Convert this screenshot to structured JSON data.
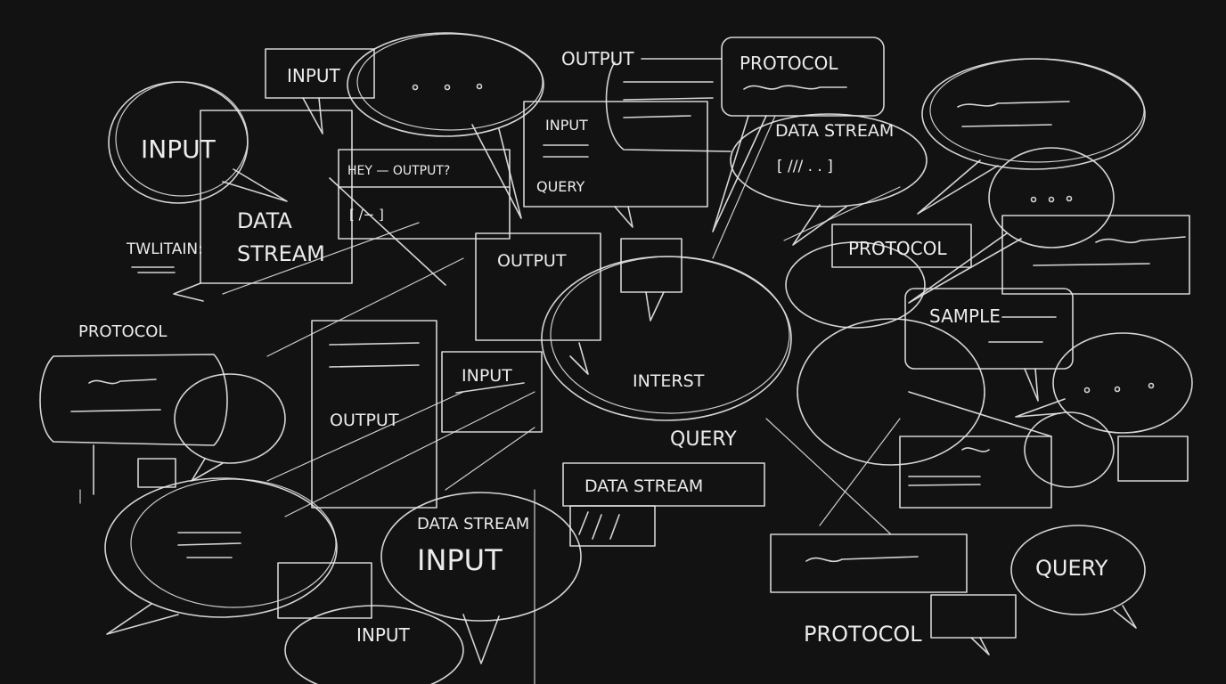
{
  "scene": {
    "description": "Chalkboard sketch of overlapping hand-drawn speech bubbles and boxes with technical labels",
    "background": "#121212",
    "chalk_color": "#e6e6e6"
  },
  "labels": {
    "input_bubble_left": "INPUT",
    "input_box_top": "INPUT",
    "output_top": "OUTPUT",
    "protocol_top": "PROTOCOL",
    "hey_output": "HEY — OUTPUT?",
    "hey_bracket": "[ /− ]",
    "input_mid_box": "INPUT",
    "query_mid_box": "QUERY",
    "data_stream_top": "DATA STREAM",
    "data_stream_bracket": "[ /// . . ]",
    "data_stream_left": "DATA",
    "data_stream_left_2": "STREAM",
    "scribble_left": "TWLITAIN:",
    "output_center": "OUTPUT",
    "protocol_right": "PROTOCOL",
    "protocol_left": "PROTOCOL",
    "sample": "SAMPLE",
    "input_center": "INPUT",
    "interest": "INTERST",
    "output_lower": "OUTPUT",
    "query_center": "QUERY",
    "data_stream_center": "DATA STREAM",
    "data_stream_lower": "DATA STREAM",
    "input_large": "INPUT",
    "query_right": "QUERY",
    "input_bottom": "INPUT",
    "protocol_bottom": "PROTOCOL",
    "ellipsis": "• • •"
  }
}
